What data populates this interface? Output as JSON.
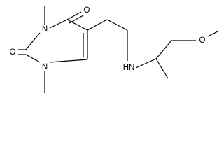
{
  "atoms": {
    "o_c4": "O",
    "o_c2": "O",
    "n3": "N",
    "n1": "N",
    "nh": "HN",
    "o_ether": "O"
  }
}
